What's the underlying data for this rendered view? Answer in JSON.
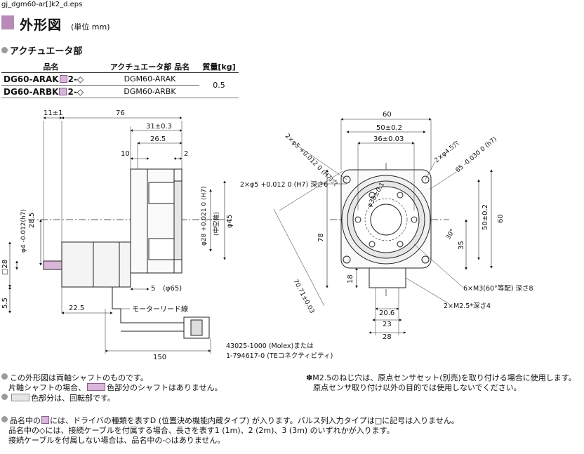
{
  "file_name": "gj_dgm60-ar[]k2_d.eps",
  "title": "外形図",
  "title_unit": "(単位 mm)",
  "section": "アクチュエータ部",
  "table": {
    "headers": [
      "品名",
      "アクチュエータ部 品名",
      "質量[kg]"
    ],
    "rows": [
      {
        "name_prefix": "DG60-ARAK",
        "name_suffix": "2-◇",
        "actuator": "DGM60-ARAK"
      },
      {
        "name_prefix": "DG60-ARBK",
        "name_suffix": "2-◇",
        "actuator": "DGM60-ARBK"
      }
    ],
    "mass": "0.5"
  },
  "side_view": {
    "dims": {
      "d11": "11±1",
      "d76": "76",
      "d31": "31±0.3",
      "d265": "26.5",
      "d10": "10",
      "d2": "2",
      "d285": "28.5",
      "d5": "5",
      "d65": "(φ65)",
      "d225": "22.5",
      "d150": "150",
      "d28sq": "□28",
      "d55": "5.5",
      "shaft4": "φ4 -0.012(h7)",
      "bore28": "φ28 +0.021 0 (H7)",
      "hollow": "(中空軸)",
      "d45": "φ45"
    },
    "lead_label": "モーターリード線",
    "connector_line1": "43025-1000 (Molex)または",
    "connector_line2": "1-794617-0 (TEコネクティビティ)"
  },
  "front_view": {
    "dims": {
      "d60": "60",
      "d50": "50±0.2",
      "d36": "36±0.03",
      "d60v": "60",
      "d50v": "50±0.2",
      "d35": "35",
      "d78": "78",
      "d18": "18",
      "d206": "20.6",
      "d23": "23",
      "d28": "28",
      "d7071": "70.71±0.03",
      "d38": "φ38±0.1",
      "ang30": "30°"
    },
    "callouts": {
      "holes_h7": "2×φ5 +0.012 0 (H7)穴",
      "holes_45": "2×φ4.5穴",
      "h65": "65 -0.030 0 (h7)",
      "depth6": "2×φ5 +0.012 0 (H7) 深さ6",
      "m3": "6×M3(60°等配) 深さ8",
      "m25": "2×M2.5*深さ4"
    }
  },
  "notes": {
    "n1a": "この外形図は両軸シャフトのものです。",
    "n1b_pre": "片軸シャフトの場合、",
    "n1b_post": "色部分のシャフトはありません。",
    "n2_post": "色部分は、回転部です。",
    "n3a_pre": "品名中の",
    "n3a_post": "には、ドライバの種類を表すD (位置決め機能内蔵タイプ) が入ります。パルス列入力タイプは□に記号は入りません。",
    "n3b": "品名中の◇には、接続ケーブルを付属する場合、長さを表す1 (1m)、2 (2m)、3 (3m) のいずれかが入ります。",
    "n3c": "接続ケーブルを付属しない場合は、品名中の-◇はありません。",
    "m25_a": "✽M2.5のねじ穴は、原点センサセット(別売)を取り付ける場合に使用します。",
    "m25_b": "原点センサ取り付け以外の目的では使用しないでください。"
  },
  "colors": {
    "accent": "#b98ab8",
    "shaft_pink": "#d9b6d9",
    "rotor_grey": "#e6e6e6"
  }
}
